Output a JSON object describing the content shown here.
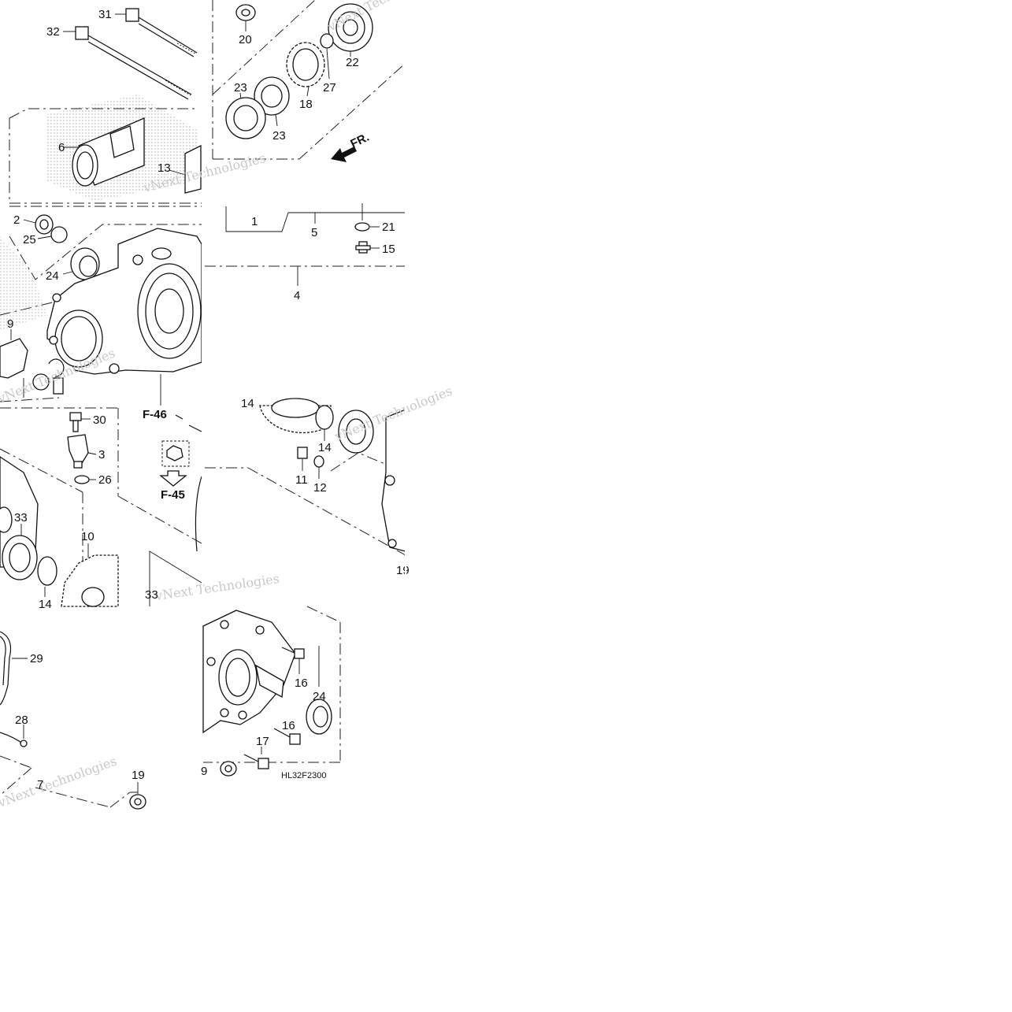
{
  "diagram": {
    "code": "HL32F2300",
    "watermark": "vNext Technologies",
    "direction_marker": "FR.",
    "refs": [
      "F-46",
      "F-45"
    ],
    "callouts": {
      "c1": "1",
      "c2": "2",
      "c3": "3",
      "c4": "4",
      "c5": "5",
      "c6": "6",
      "c7": "7",
      "c9a": "9",
      "c9b": "9",
      "c10": "10",
      "c11": "11",
      "c12": "12",
      "c13": "13",
      "c14a": "14",
      "c14b": "14",
      "c14c": "14",
      "c15": "15",
      "c16a": "16",
      "c16b": "16",
      "c17": "17",
      "c18": "18",
      "c19a": "19",
      "c19b": "19",
      "c20": "20",
      "c21": "21",
      "c22": "22",
      "c23a": "23",
      "c23b": "23",
      "c24a": "24",
      "c24b": "24",
      "c25": "25",
      "c26": "26",
      "c27": "27",
      "c28": "28",
      "c29": "29",
      "c30": "30",
      "c31": "31",
      "c32": "32",
      "c33a": "33",
      "c33b": "33"
    }
  },
  "colors": {
    "ink": "#111111",
    "watermark": "#c8c8c8",
    "shading": "#d9d9d9",
    "background": "#ffffff"
  }
}
